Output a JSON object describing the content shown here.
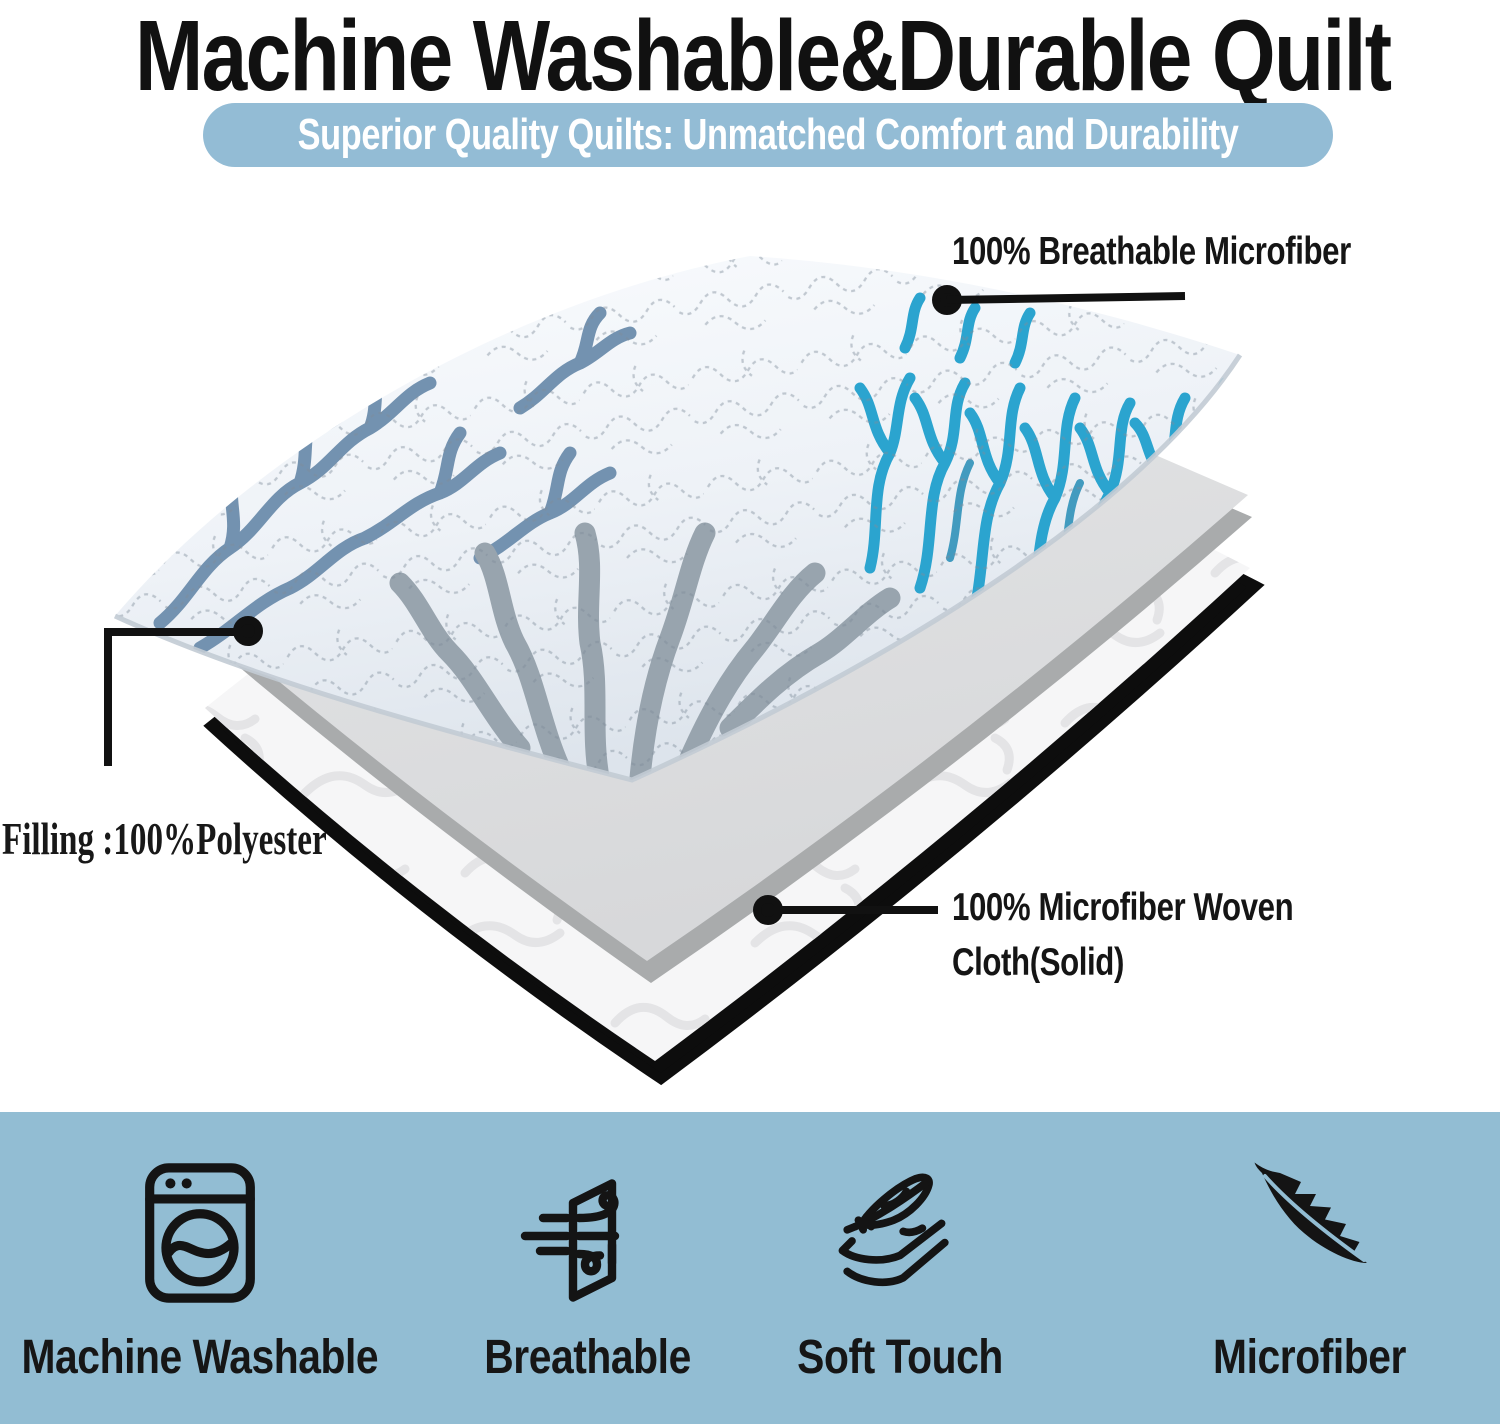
{
  "title": "Machine Washable&Durable Quilt",
  "banner": {
    "text": "Superior Quality Quilts: Unmatched Comfort and Durability"
  },
  "diagram": {
    "callout_top": {
      "text": "100% Breathable Microfiber"
    },
    "callout_filling": {
      "text": "Filling :100%Polyester"
    },
    "callout_bottom": {
      "line1": "100% Microfiber Woven",
      "line2": "Cloth(Solid)"
    },
    "layers": {
      "top": "printed-quilt-shell",
      "middle": "polyester-filling",
      "bottom": "microfiber-woven-cloth"
    }
  },
  "features": [
    {
      "label": "Machine Washable",
      "icon": "washing-machine-icon"
    },
    {
      "label": "Breathable",
      "icon": "breathable-fabric-icon"
    },
    {
      "label": "Soft Touch",
      "icon": "feather-on-waves-icon"
    },
    {
      "label": "Microfiber",
      "icon": "feather-icon"
    }
  ],
  "colors": {
    "banner_bg": "#93bcd5",
    "band_bg": "#92bdd3",
    "title_text": "#111111",
    "banner_text": "#ffffff",
    "callout_text": "#151515",
    "coral_teal": "#2ba4cf",
    "coral_slate": "#7392b0",
    "coral_gray": "#98a4ae",
    "filling_gray": "#e0e1e3",
    "cloth_white": "#f6f6f7",
    "edge_black": "#0d0d0d"
  }
}
